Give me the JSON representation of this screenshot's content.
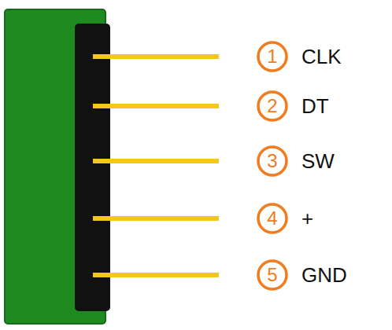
{
  "diagram": {
    "nodes": [
      {
        "text": [
          "1"
        ]
      },
      {
        "text": [
          "2"
        ]
      },
      {
        "text": [
          "3"
        ]
      },
      {
        "text": [
          "4"
        ]
      },
      {
        "text": [
          "5"
        ]
      }
    ],
    "labels": [
      "CLK",
      "DT",
      "SW",
      "+",
      "GND"
    ]
  }
}
